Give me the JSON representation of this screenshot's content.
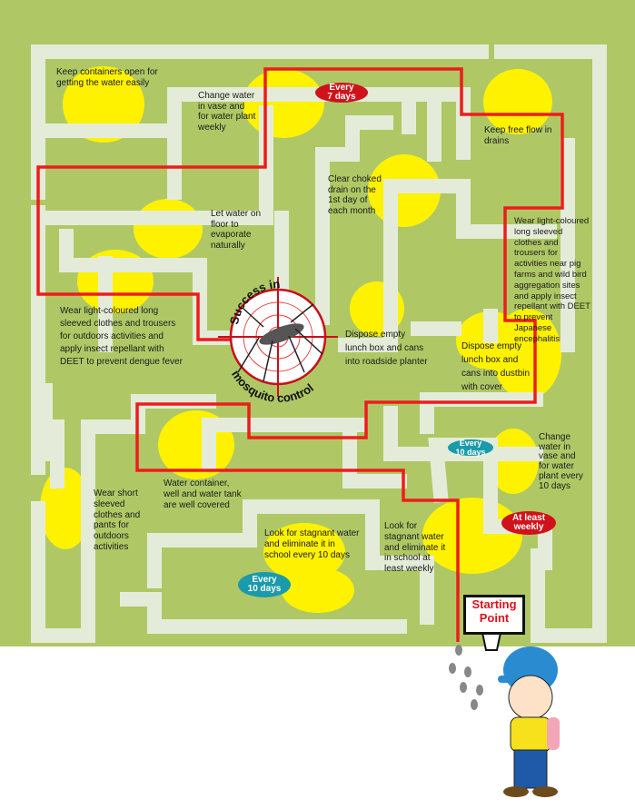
{
  "center": {
    "line1": "Success in",
    "line2": "mosquito control"
  },
  "start_sign": "Starting\nPoint",
  "tips": [
    {
      "id": "containers-open",
      "text": "Keep containers open for\ngetting the water easily"
    },
    {
      "id": "vase-weekly",
      "text": "Change water\nin vase and\nfor water plant\nweekly"
    },
    {
      "id": "drains-flow",
      "text": "Keep free flow in\ndrains"
    },
    {
      "id": "choked-drain",
      "text": "Clear choked\ndrain on the\n1st day of\neach month"
    },
    {
      "id": "floor-water",
      "text": "Let water on\nfloor to\nevaporate\nnaturally"
    },
    {
      "id": "pig-farms",
      "text": "Wear light-coloured\nlong sleeved\nclothes and\ntrousers for\nactivities near pig\nfarms and wild bird\naggregation sites\nand apply insect\nrepellant with DEET\nto prevent\nJapanese\nencephalitis"
    },
    {
      "id": "dengue",
      "text": "Wear light-coloured long\nsleeved clothes and trousers\nfor outdoors activities and\napply insect repellant with\nDEET to prevent dengue fever"
    },
    {
      "id": "planter",
      "text": "Dispose empty\nlunch box and cans\ninto roadside planter"
    },
    {
      "id": "dustbin",
      "text": "Dispose empty\nlunch box and\ncans into dustbin\nwith cover"
    },
    {
      "id": "vase-10",
      "text": "Change\nwater in\nvase and\nfor water\nplant every\n10 days"
    },
    {
      "id": "water-tank",
      "text": "Water container,\nwell and water tank\nare well covered"
    },
    {
      "id": "short-sleeve",
      "text": "Wear short\nsleeved\nclothes and\npants for\noutdoors\nactivities"
    },
    {
      "id": "school-10",
      "text": "Look for stagnant water\nand eliminate it in\nschool every 10 days"
    },
    {
      "id": "school-weekly",
      "text": "Look for\nstagnant water\nand eliminate it\nin school at\nleast weekly"
    }
  ],
  "badges": {
    "every_7": "Every\n7 days",
    "every_10_a": "Every\n10 days",
    "every_10_b": "Every\n10 days",
    "at_least_weekly": "At least\nweekly"
  },
  "colors": {
    "maze": "#afc865",
    "corridor": "#e4ecd9",
    "path": "#ee1c1c",
    "highlight": "#fff200",
    "badge_red": "#d0121b",
    "badge_teal": "#1a9aaa"
  }
}
